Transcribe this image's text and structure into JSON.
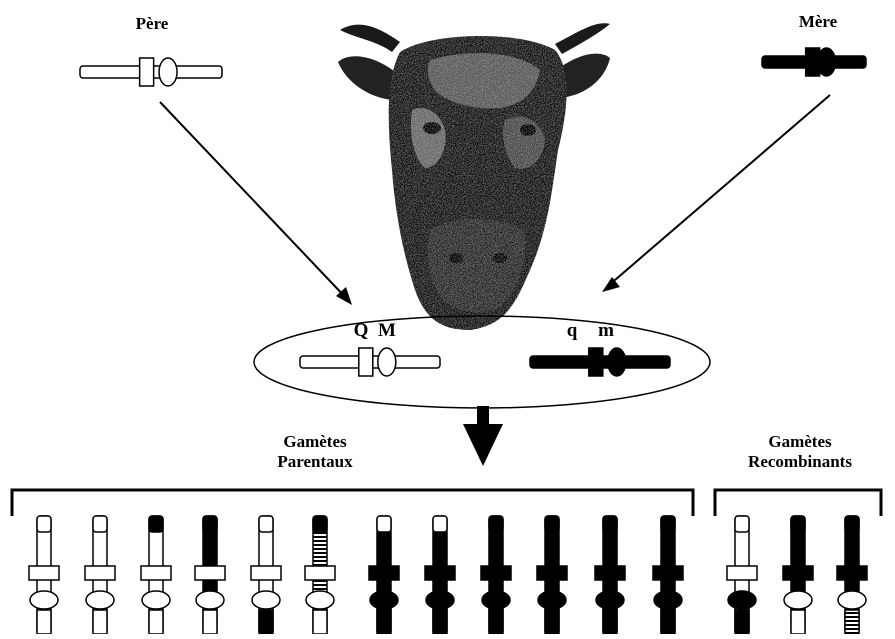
{
  "labels": {
    "father": "Père",
    "mother": "Mère",
    "allele_Q": "Q",
    "allele_M": "M",
    "allele_q": "q",
    "allele_m": "m",
    "parental_line1": "Gamètes",
    "parental_line2": "Parentaux",
    "recombinant_line1": "Gamètes",
    "recombinant_line2": "Recombinants"
  },
  "colors": {
    "paternal": "#ffffff",
    "maternal": "#000000",
    "outline": "#000000"
  },
  "image": {
    "subject": "cow-head"
  },
  "gametes": {
    "parental": [
      {
        "top": "white",
        "body": "white",
        "q_band": "white",
        "m_oval": "white",
        "bottom": "white"
      },
      {
        "top": "white",
        "body": "white",
        "q_band": "white",
        "m_oval": "white",
        "bottom": "white"
      },
      {
        "top": "black",
        "body": "white",
        "q_band": "white",
        "m_oval": "white",
        "bottom": "white"
      },
      {
        "top": "black",
        "body": "black",
        "q_band": "white",
        "m_oval": "white",
        "bottom": "white"
      },
      {
        "top": "white",
        "body": "white",
        "q_band": "white",
        "m_oval": "white",
        "bottom": "black"
      },
      {
        "top": "black",
        "body": "striped",
        "q_band": "white",
        "m_oval": "white",
        "bottom": "white"
      },
      {
        "top": "white",
        "body": "black",
        "q_band": "black",
        "m_oval": "black",
        "bottom": "black"
      },
      {
        "top": "white",
        "body": "black",
        "q_band": "black",
        "m_oval": "black",
        "bottom": "black"
      },
      {
        "top": "black",
        "body": "black",
        "q_band": "black",
        "m_oval": "black",
        "bottom": "black"
      },
      {
        "top": "black",
        "body": "black",
        "q_band": "black",
        "m_oval": "black",
        "bottom": "black"
      },
      {
        "top": "black",
        "body": "black",
        "q_band": "black",
        "m_oval": "black",
        "bottom": "black"
      },
      {
        "top": "black",
        "body": "black",
        "q_band": "black",
        "m_oval": "black",
        "bottom": "black"
      }
    ],
    "recombinant": [
      {
        "top": "white",
        "body": "white",
        "q_band": "white",
        "m_oval": "black",
        "bottom": "black"
      },
      {
        "top": "black",
        "body": "black",
        "q_band": "black",
        "m_oval": "white",
        "bottom": "white"
      },
      {
        "top": "black",
        "body": "black",
        "q_band": "black",
        "m_oval": "white",
        "bottom": "striped"
      }
    ]
  }
}
